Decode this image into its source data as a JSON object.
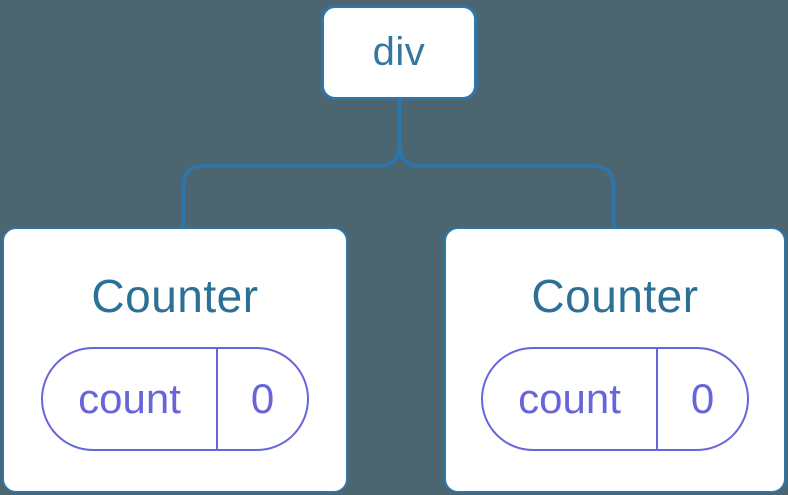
{
  "theme": {
    "background": "#4B6671",
    "line_blue": "#2D76AC",
    "card_bg": "#FFFFFF",
    "node_text": "#35779F",
    "title_text": "#2D7095",
    "state_purple": "#6765D8"
  },
  "tree": {
    "root": {
      "label": "div"
    },
    "children": [
      {
        "title": "Counter",
        "state": {
          "key": "count",
          "value": "0"
        }
      },
      {
        "title": "Counter",
        "state": {
          "key": "count",
          "value": "0"
        }
      }
    ]
  }
}
